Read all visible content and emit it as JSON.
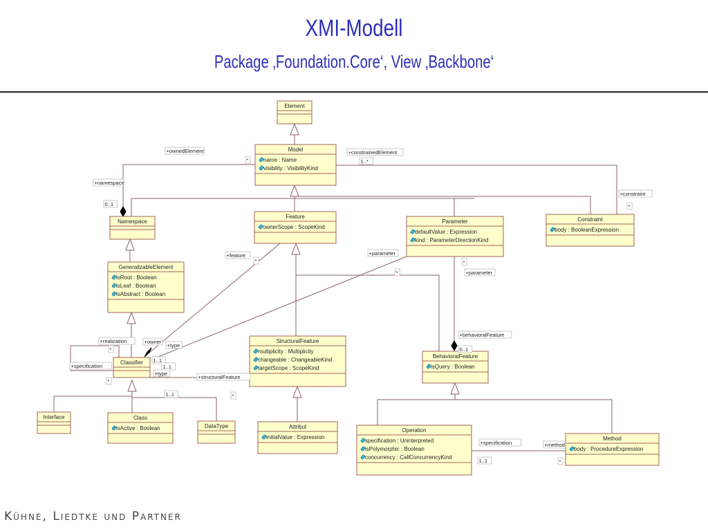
{
  "header": {
    "title": "XMI-Modell",
    "subtitle": "Package ‚Foundation.Core‘, View ‚Backbone‘"
  },
  "footer": {
    "company": "Kühne, Liedtke und Partner"
  },
  "colors": {
    "title": "#2e2eb8",
    "class_fill": "#ffffcc",
    "class_border": "#a0605a",
    "connector": "#8a6060",
    "attribute_icon": "#33b5d8"
  },
  "classes": {
    "element": {
      "name": "Element",
      "attributes": []
    },
    "model": {
      "name": "Model",
      "attributes": [
        "name : Name",
        "visibility : VisibilityKind"
      ]
    },
    "namespace": {
      "name": "Namespace",
      "attributes": []
    },
    "feature": {
      "name": "Feature",
      "attributes": [
        "ownerScope : ScopeKind"
      ]
    },
    "parameter": {
      "name": "Parameter",
      "attributes": [
        "defaultValue : Expression",
        "kind : ParameterDirectionKind"
      ]
    },
    "constraint": {
      "name": "Constraint",
      "attributes": [
        "body : BooleanExpression"
      ]
    },
    "generalizable_element": {
      "name": "GeneralizableElement",
      "attributes": [
        "isRoot : Boolean",
        "isLeaf : Boolean",
        "isAbstract : Boolean"
      ]
    },
    "classifier": {
      "name": "Classifier",
      "attributes": []
    },
    "structural_feature": {
      "name": "StructuralFeature",
      "attributes": [
        "multiplicity : Multiplicity",
        "changeable : ChangeableKind",
        "targetScope : ScopeKind"
      ]
    },
    "behavioral_feature": {
      "name": "BehavioralFeature",
      "attributes": [
        "isQuery : Boolean"
      ]
    },
    "interface": {
      "name": "Interface",
      "attributes": []
    },
    "class": {
      "name": "Class",
      "attributes": [
        "isActive : Boolean"
      ]
    },
    "datatype": {
      "name": "DataType",
      "attributes": []
    },
    "attribut": {
      "name": "Attribut",
      "attributes": [
        "initialValue : Expression"
      ]
    },
    "operation": {
      "name": "Operation",
      "attributes": [
        "specification : Uninterpreted",
        "isPolymorphic : Boolean",
        "concurrency : CallConcurrencyKind"
      ]
    },
    "method": {
      "name": "Method",
      "attributes": [
        "body : ProcedureExpression"
      ]
    }
  },
  "labels": {
    "owned_element": "+ownedElement",
    "owned_element_mult": "*",
    "constrained_element": "+constrainedElement",
    "constrained_element_mult": "1..*",
    "namespace_role": "+namespace",
    "namespace_mult": "0..1",
    "constraint_role": "+constraint",
    "constraint_mult": "*",
    "feature_role": "+feature",
    "feature_mult": "*",
    "parameter_role_left": "+parameter",
    "parameter_mult_left": "*",
    "parameter_mult_right": "*",
    "parameter_role_right": "+parameter",
    "behavioral_feature_role": "+behavioralFeature",
    "behavioral_feature_mult": "0..1",
    "realization_role": "+realization",
    "realization_mult": "*",
    "specification_role": "+specification",
    "owner_role": "+owner",
    "owner_mult": "1..1",
    "type_role_upper": "+type",
    "type_mult": "1..1",
    "type_role_lower": "+type",
    "classifier_mult": "*",
    "structural_feature_role": "+structuralFeature",
    "structural_feature_mult_upper": "1..1",
    "structural_feature_mult_lower": "*",
    "op_specification_role": "+specification",
    "op_specification_mult": "1..1",
    "method_role": "+method",
    "method_mult": "*"
  }
}
